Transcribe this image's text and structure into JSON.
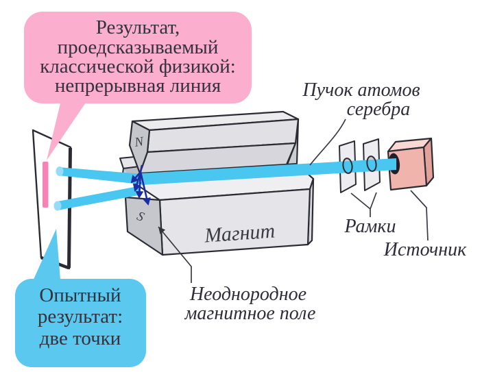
{
  "callouts": {
    "classical": {
      "lines": [
        "Результат,",
        "проедсказываемый",
        "классической физикой:",
        "непрерывная линия"
      ]
    },
    "experimental": {
      "lines": [
        "Опытный",
        "результат:",
        "две точки"
      ]
    }
  },
  "labels": {
    "beam_line1": "Пучок атомов",
    "beam_line2": "серебра",
    "magnet": "Магнит",
    "frames": "Рамки",
    "source": "Источник",
    "field_line1": "Неоднородное",
    "field_line2": "магнитное поле",
    "north_pole": "N",
    "south_pole": "S"
  },
  "colors": {
    "callout_classical_bg": "#FBAECE",
    "callout_experimental_bg": "#5BC8EF",
    "classical_line": "#F584B6",
    "beam": "#4AC7F0",
    "beam_spot": "#97DCF6",
    "field_arrow": "#1C2DA3",
    "outline": "#2B2B33",
    "metal_light": "#EFEFF2",
    "metal_mid": "#E0E0E5",
    "metal_shadow": "#C6C6CD",
    "source_front": "#F0B4AC",
    "source_top": "#F9D8D3",
    "source_side": "#E2A29A",
    "text": "#33333E"
  }
}
